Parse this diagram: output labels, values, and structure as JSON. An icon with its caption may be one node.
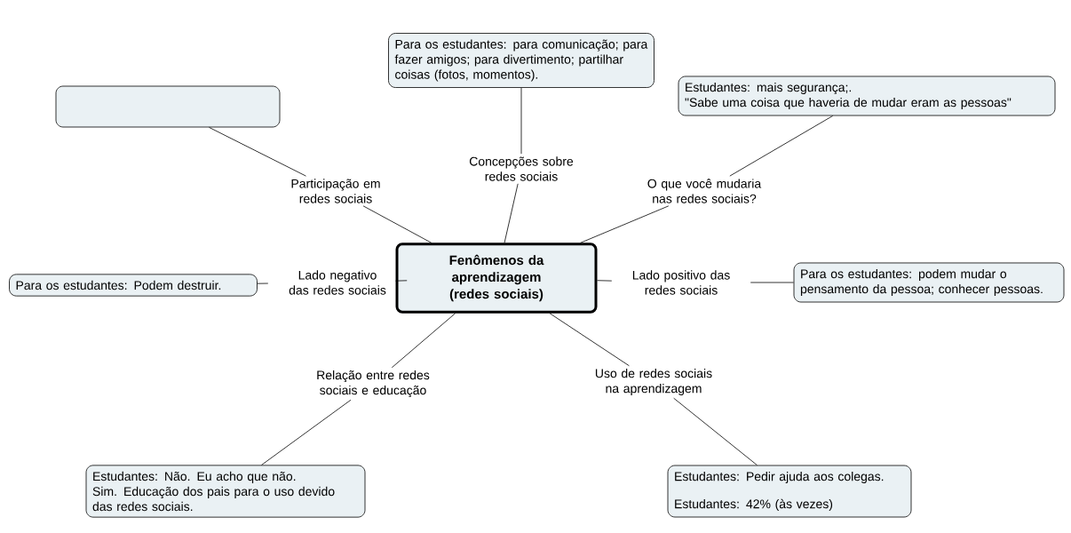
{
  "diagram": {
    "nodes": [
      {
        "text": [
          "Fenômenos da aprendizagem (redes sociais)"
        ]
      },
      {
        "text": [
          "Participação em redes sociais"
        ]
      },
      {
        "text": [],
        "shape": "box"
      },
      {
        "text": [
          "Concepções sobre redes sociais"
        ]
      },
      {
        "text": [
          "Para os estudantes: para comunicação; para fazer amigos; para divertimento; partilhar coisas (fotos, momentos)."
        ]
      },
      {
        "text": [
          "O que você mudaria nas redes sociais?"
        ]
      },
      {
        "text": [
          "Estudantes: mais segurança;.",
          "\"Sabe uma coisa que haveria de mudar eram as pessoas\""
        ]
      },
      {
        "text": [
          "Lado negativo das redes sociais"
        ]
      },
      {
        "text": [
          "Para os estudantes: Podem destruir."
        ]
      },
      {
        "text": [
          "Lado positivo das redes sociais"
        ]
      },
      {
        "text": [
          "Para os estudantes: podem mudar o pensamento da pessoa; conhecer pessoas."
        ]
      },
      {
        "text": [
          "Relação entre redes sociais e educação"
        ]
      },
      {
        "text": [
          "Estudantes: Não. Eu acho que não.",
          "Sim. Educação dos pais para o uso devido das redes sociais."
        ]
      },
      {
        "text": [
          "Uso de redes sociais na aprendizagem"
        ]
      },
      {
        "text": [
          "Estudantes: Pedir ajuda aos colegas.",
          "Estudantes: 42% (às vezes)"
        ]
      }
    ],
    "edges": [
      {
        "from": 0,
        "to": 1,
        "arrow": "none"
      },
      {
        "from": 1,
        "to": 2,
        "arrow": "none"
      },
      {
        "from": 0,
        "to": 3,
        "arrow": "none"
      },
      {
        "from": 3,
        "to": 4,
        "arrow": "none"
      },
      {
        "from": 0,
        "to": 5,
        "arrow": "none"
      },
      {
        "from": 5,
        "to": 6,
        "arrow": "none"
      },
      {
        "from": 0,
        "to": 7,
        "arrow": "none"
      },
      {
        "from": 7,
        "to": 8,
        "arrow": "none"
      },
      {
        "from": 0,
        "to": 9,
        "arrow": "none"
      },
      {
        "from": 9,
        "to": 10,
        "arrow": "none"
      },
      {
        "from": 0,
        "to": 11,
        "arrow": "none"
      },
      {
        "from": 11,
        "to": 12,
        "arrow": "none"
      },
      {
        "from": 0,
        "to": 13,
        "arrow": "none"
      },
      {
        "from": 13,
        "to": 14,
        "arrow": "none"
      }
    ]
  }
}
